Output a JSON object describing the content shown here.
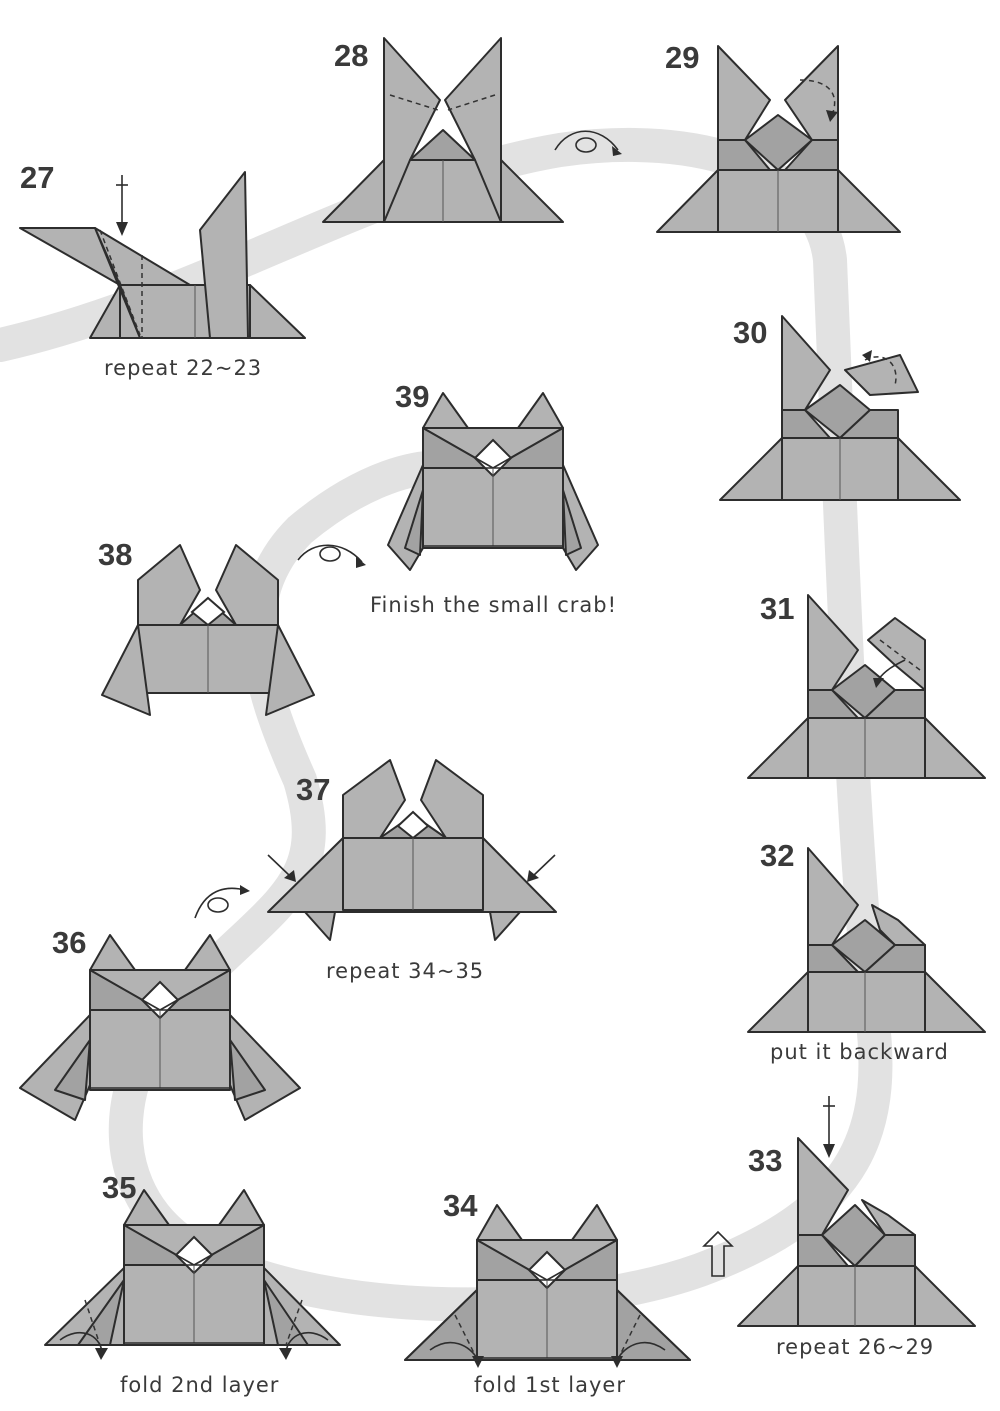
{
  "steps": [
    {
      "number": "27",
      "caption": "repeat 22~23"
    },
    {
      "number": "28",
      "caption": ""
    },
    {
      "number": "29",
      "caption": ""
    },
    {
      "number": "30",
      "caption": ""
    },
    {
      "number": "31",
      "caption": ""
    },
    {
      "number": "32",
      "caption": "put it backward"
    },
    {
      "number": "33",
      "caption": "repeat 26~29"
    },
    {
      "number": "34",
      "caption": "fold 1st layer"
    },
    {
      "number": "35",
      "caption": "fold 2nd layer"
    },
    {
      "number": "36",
      "caption": ""
    },
    {
      "number": "37",
      "caption": "repeat 34~35"
    },
    {
      "number": "38",
      "caption": ""
    },
    {
      "number": "39",
      "caption": "Finish the small crab!"
    }
  ],
  "icons": [
    "turn-over-arrow-icon",
    "push-arrow-icon",
    "fold-arrow-icon"
  ],
  "colors": {
    "paper": "#b3b3b3",
    "line": "#2d2d2d",
    "path_band": "#e2e2e2",
    "text": "#3a3a3a"
  }
}
